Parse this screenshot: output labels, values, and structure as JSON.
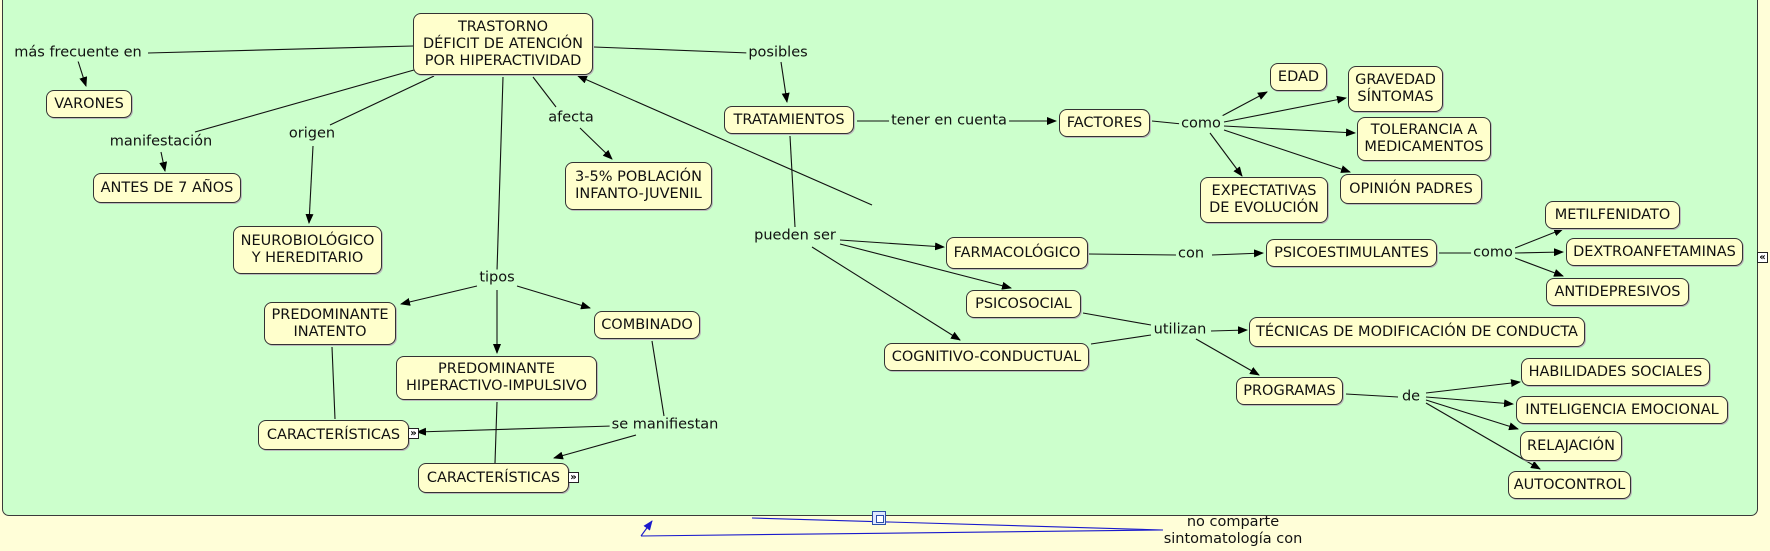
{
  "nodes": {
    "main": "TRASTORNO\nDÉFICIT DE ATENCIÓN\nPOR HIPERACTIVIDAD",
    "varones": "VARONES",
    "antes7": "ANTES DE 7 AÑOS",
    "neuro": "NEUROBIOLÓGICO\nY HEREDITARIO",
    "poblacion": "3-5% POBLACIÓN\nINFANTO-JUVENIL",
    "tratamientos": "TRATAMIENTOS",
    "factores": "FACTORES",
    "edad": "EDAD",
    "gravedad": "GRAVEDAD\nSÍNTOMAS",
    "tolerancia": "TOLERANCIA A\nMEDICAMENTOS",
    "expectativas": "EXPECTATIVAS\nDE EVOLUCIÓN",
    "opinion": "OPINIÓN PADRES",
    "farmaco": "FARMACOLÓGICO",
    "psicosocial": "PSICOSOCIAL",
    "cognitivo": "COGNITIVO-CONDUCTUAL",
    "psicoestimulantes": "PSICOESTIMULANTES",
    "metilfenidato": "METILFENIDATO",
    "dextro": "DEXTROANFETAMINAS",
    "antidepresivos": "ANTIDEPRESIVOS",
    "tecnicas": "TÉCNICAS DE MODIFICACIÓN DE CONDUCTA",
    "programas": "PROGRAMAS",
    "habilidades": "HABILIDADES SOCIALES",
    "inteligencia": "INTELIGENCIA EMOCIONAL",
    "relajacion": "RELAJACIÓN",
    "autocontrol": "AUTOCONTROL",
    "inatento": "PREDOMINANTE\nINATENTO",
    "hiperactivo": "PREDOMINANTE\nHIPERACTIVO-IMPULSIVO",
    "combinado": "COMBINADO",
    "caract1": "CARACTERÍSTICAS",
    "caract2": "CARACTERÍSTICAS"
  },
  "links": {
    "mas_frecuente": "más frecuente en",
    "manifestacion": "manifestación",
    "origen": "origen",
    "afecta": "afecta",
    "posibles": "posibles",
    "tener_en_cuenta": "tener en cuenta",
    "como1": "como",
    "pueden_ser": "pueden ser",
    "con": "con",
    "como2": "como",
    "utilizan": "utilizan",
    "de": "de",
    "tipos": "tipos",
    "se_manifiestan": "se manifiestan",
    "no_comparte": "no comparte\nsintomatología con"
  },
  "icons": {
    "expand": "expand-icon",
    "collapse": "collapse-icon",
    "resource": "resource-icon"
  },
  "colors": {
    "background": "#fffed8",
    "panel": "#ccffcc",
    "node": "#ffffcc",
    "external_link": "#1a1acc"
  }
}
